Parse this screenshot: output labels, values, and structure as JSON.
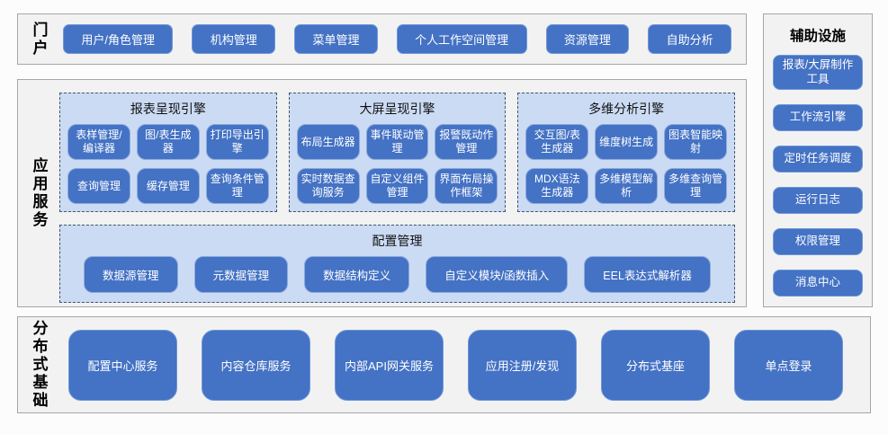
{
  "colors": {
    "accent_blue": "#4472C4",
    "group_background": "#CBDBF4",
    "group_dashed_border": "#44546A",
    "module_border": "#8FAADC",
    "panel_background": "#F2F2F2",
    "panel_border": "#A6A6A6",
    "button_text": "#FFFFFF"
  },
  "portal": {
    "label": "门户",
    "buttons": [
      "用户/角色管理",
      "机构管理",
      "菜单管理",
      "个人工作空间管理",
      "资源管理",
      "自助分析"
    ]
  },
  "app_services": {
    "label": "应用服务",
    "engines": [
      {
        "title": "报表呈现引擎",
        "buttons": [
          "表样管理/编译器",
          "图/表生成器",
          "打印导出引擎",
          "查询管理",
          "缓存管理",
          "查询条件管理"
        ]
      },
      {
        "title": "大屏呈现引擎",
        "buttons": [
          "布局生成器",
          "事件联动管理",
          "报警既动作管理",
          "实时数据查询服务",
          "自定义组件管理",
          "界面布局操作框架"
        ]
      },
      {
        "title": "多维分析引擎",
        "buttons": [
          "交互图/表生成器",
          "维度树生成",
          "图表智能映射",
          "MDX语法生成器",
          "多维模型解析",
          "多维查询管理"
        ]
      }
    ],
    "config": {
      "title": "配置管理",
      "buttons": [
        "数据源管理",
        "元数据管理",
        "数据结构定义",
        "自定义模块/函数插入",
        "EEL表达式解析器"
      ]
    }
  },
  "distributed": {
    "label": "分布式基础",
    "buttons": [
      "配置中心服务",
      "内容仓库服务",
      "内部API网关服务",
      "应用注册/发现",
      "分布式基座",
      "单点登录"
    ]
  },
  "auxiliary": {
    "title": "辅助设施",
    "buttons": [
      "报表/大屏制作工具",
      "工作流引擎",
      "定时任务调度",
      "运行日志",
      "权限管理",
      "消息中心"
    ]
  }
}
